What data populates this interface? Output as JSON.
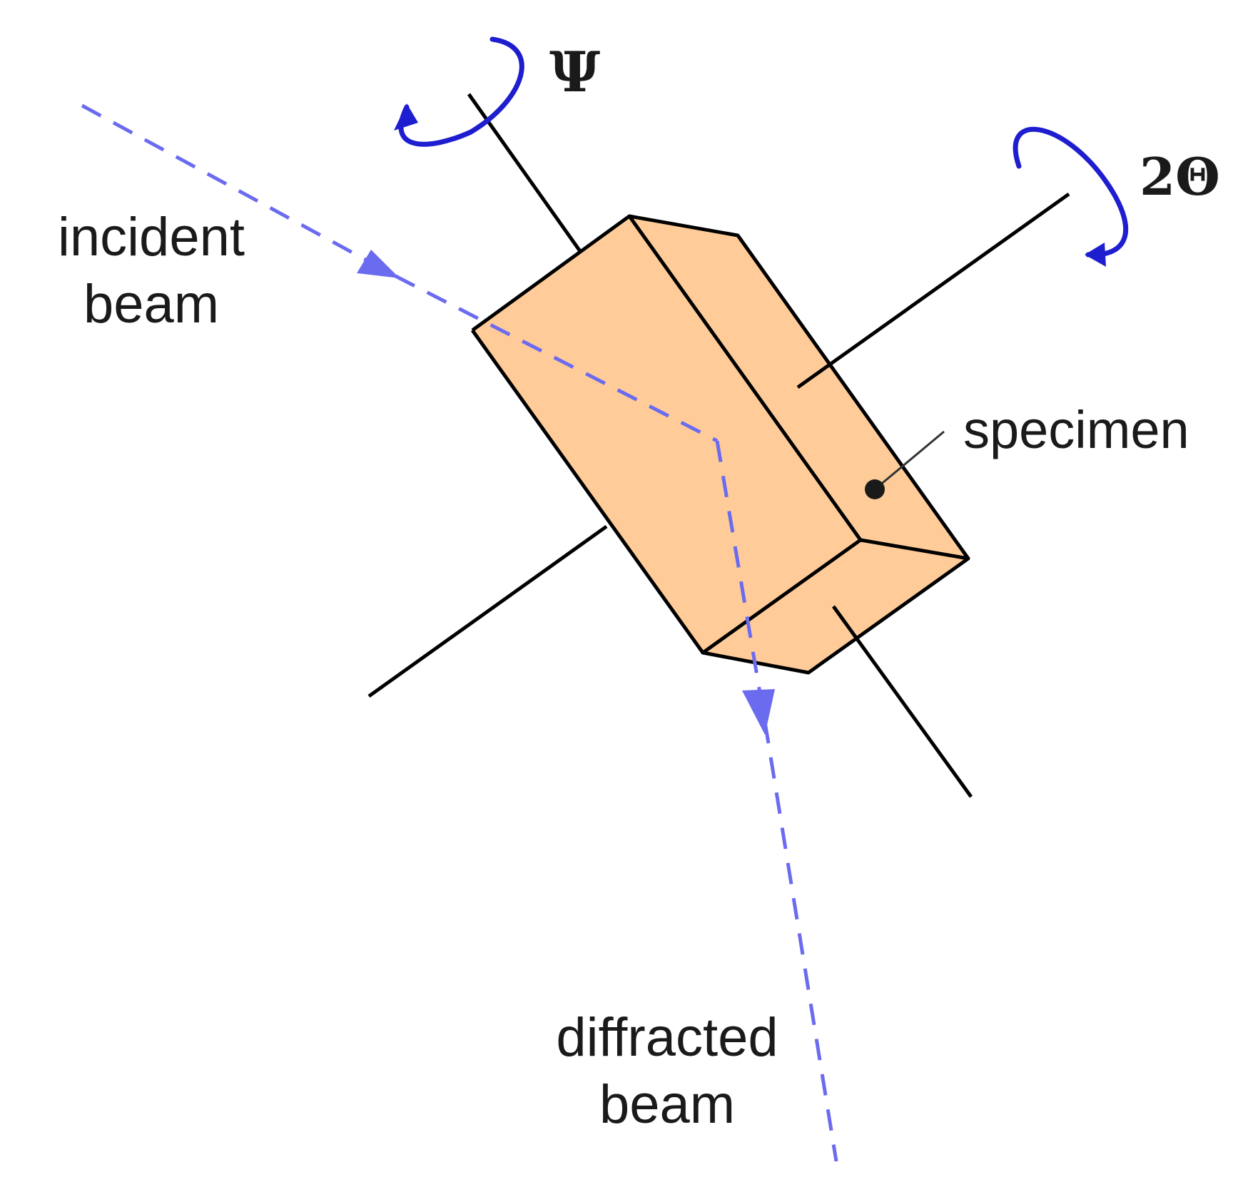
{
  "labels": {
    "psi_symbol": "Ψ",
    "two_theta_symbol": "2Θ",
    "incident_line1": "incident",
    "incident_line2": "beam",
    "specimen": "specimen",
    "diffracted_line1": "diffracted",
    "diffracted_line2": "beam"
  },
  "colors": {
    "beam": "#6b6bf0",
    "rotation_arrow": "#1e1ed0",
    "specimen_fill": "#ffcc99",
    "outline": "#000000",
    "background": "#ffffff"
  }
}
